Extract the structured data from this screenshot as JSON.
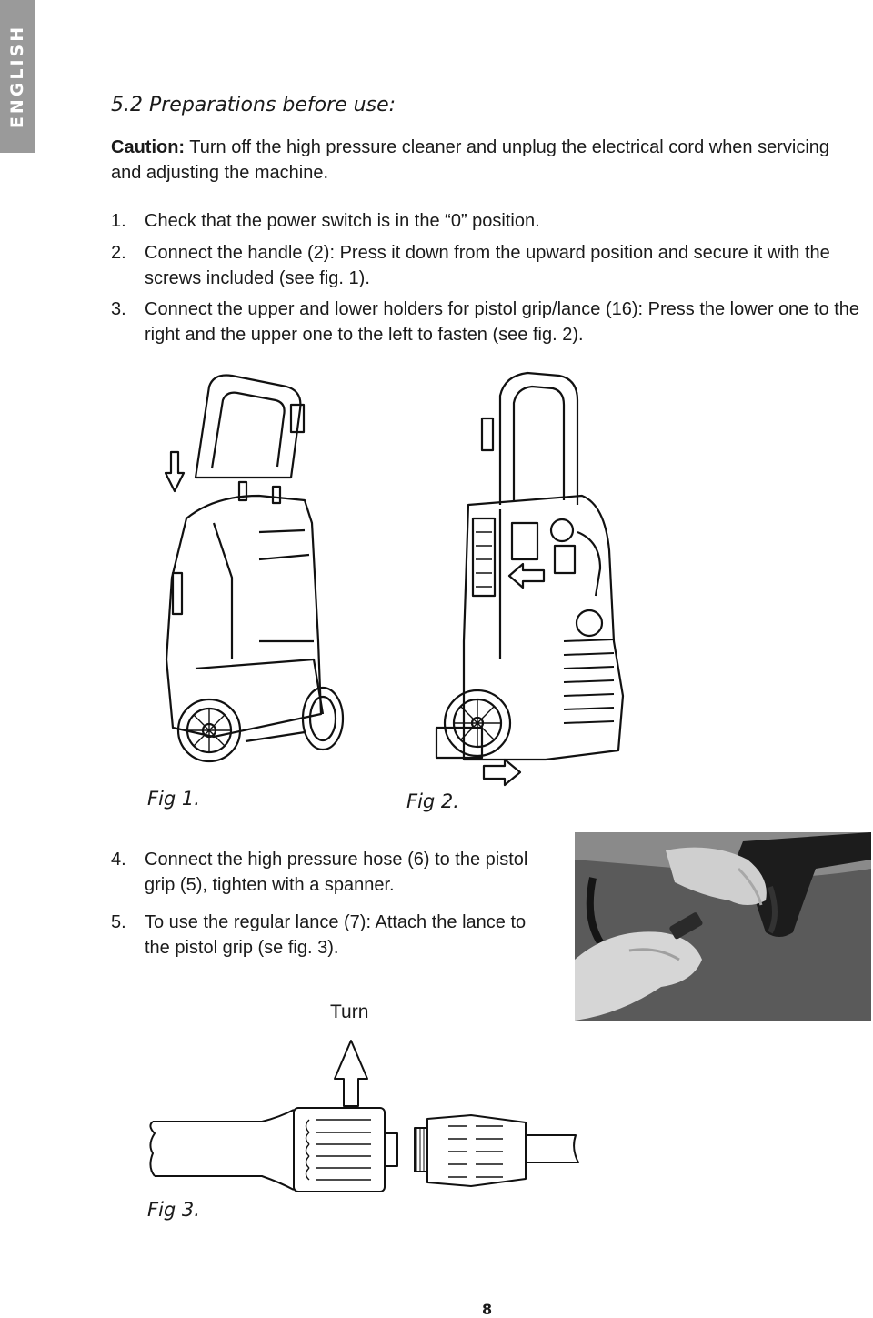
{
  "sidebar": {
    "language_tab": "ENGLISH"
  },
  "section": {
    "title": "5.2 Preparations before use:"
  },
  "caution": {
    "label": "Caution:",
    "text": " Turn off the high pressure cleaner and unplug the electrical cord when servicing and adjusting the machine."
  },
  "steps": [
    {
      "num": "1.",
      "text": "Check that the power switch is in the “0” position."
    },
    {
      "num": "2.",
      "text": "Connect the handle (2): Press it down from the upward position and secure it with the screws included (see fig. 1)."
    },
    {
      "num": "3.",
      "text": "Connect the upper and lower holders for pistol grip/lance (16): Press the lower one to the right and the upper one to the left to fasten (see fig. 2)."
    },
    {
      "num": "4.",
      "text": "Connect the high pressure hose (6) to the pistol grip (5), tighten with a spanner."
    },
    {
      "num": "5.",
      "text": "To use the regular lance (7): Attach the lance to the pistol grip (se fig. 3)."
    }
  ],
  "figures": {
    "fig1": "Fig 1.",
    "fig2": "Fig 2.",
    "fig3": "Fig 3.",
    "turn": "Turn"
  },
  "page_number": "8"
}
